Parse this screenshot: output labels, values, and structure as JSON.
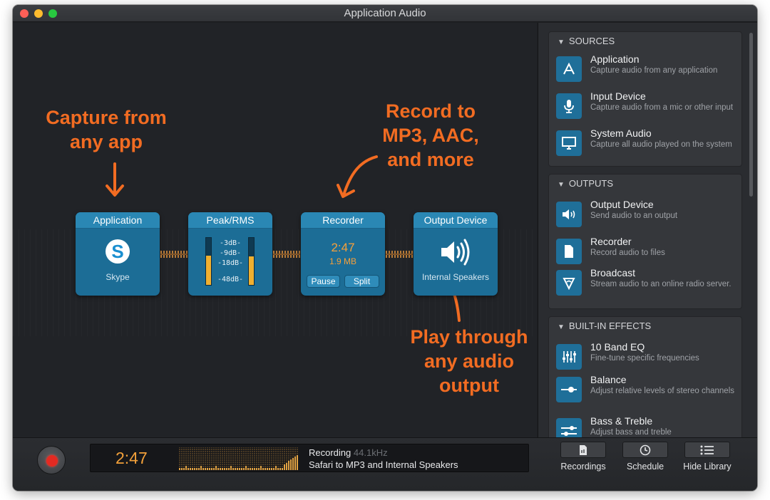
{
  "window": {
    "title": "Application Audio"
  },
  "canvas": {
    "nodes": {
      "application": {
        "title": "Application",
        "icon": "skype-icon",
        "name": "Skype"
      },
      "meter": {
        "title": "Peak/RMS",
        "labels": [
          "-3dB-",
          "-9dB-",
          "-18dB-",
          "-48dB-"
        ],
        "left_level": 0.62,
        "right_level": 0.6
      },
      "recorder": {
        "title": "Recorder",
        "time": "2:47",
        "size": "1.9 MB",
        "pause_label": "Pause",
        "split_label": "Split"
      },
      "output": {
        "title": "Output Device",
        "icon": "speaker-icon",
        "name": "Internal Speakers"
      }
    },
    "annotations": {
      "capture": [
        "Capture from",
        "any app"
      ],
      "record": [
        "Record to",
        "MP3, AAC,",
        "and more"
      ],
      "play": [
        "Play through",
        "any audio",
        "output"
      ]
    },
    "accent_color": "#f26c22"
  },
  "sidebar": {
    "sources": {
      "heading": "SOURCES",
      "items": [
        {
          "title": "Application",
          "desc": "Capture audio from any application",
          "icon": "app-icon"
        },
        {
          "title": "Input Device",
          "desc": "Capture audio from a mic or other input",
          "icon": "microphone-icon"
        },
        {
          "title": "System Audio",
          "desc": "Capture all audio played on the system",
          "icon": "monitor-icon"
        }
      ]
    },
    "outputs": {
      "heading": "OUTPUTS",
      "items": [
        {
          "title": "Output Device",
          "desc": "Send audio to an output",
          "icon": "speaker-icon"
        },
        {
          "title": "Recorder",
          "desc": "Record audio to files",
          "icon": "file-icon"
        },
        {
          "title": "Broadcast",
          "desc": "Stream audio to an online radio server.",
          "icon": "broadcast-icon"
        }
      ]
    },
    "effects": {
      "heading": "BUILT-IN EFFECTS",
      "items": [
        {
          "title": "10 Band EQ",
          "desc": "Fine-tune specific frequencies",
          "icon": "eq-icon"
        },
        {
          "title": "Balance",
          "desc": "Adjust relative levels of stereo channels",
          "icon": "balance-icon"
        },
        {
          "title": "Bass & Treble",
          "desc": "Adjust bass and treble",
          "icon": "bass-treble-icon"
        }
      ]
    }
  },
  "bottombar": {
    "time": "2:47",
    "status": "Recording",
    "sample_rate": "44.1kHz",
    "route": "Safari to MP3 and Internal Speakers",
    "buttons": {
      "recordings": "Recordings",
      "schedule": "Schedule",
      "library": "Hide Library"
    }
  }
}
